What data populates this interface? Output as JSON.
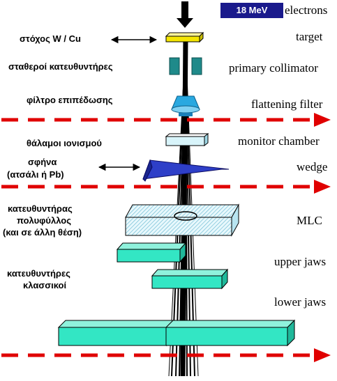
{
  "energy": "18 MeV",
  "english": {
    "electrons": "electrons",
    "target": "target",
    "primary_collimator": "primary collimator",
    "flattening_filter": "flattening filter",
    "monitor_chamber": "monitor chamber",
    "wedge": "wedge",
    "mlc": "MLC",
    "upper_jaws": "upper jaws",
    "lower_jaws": "lower jaws"
  },
  "greek": {
    "target": "στόχος W / Cu",
    "fixed_collimators": "σταθεροί κατευθυντήρες",
    "flattening_filter": "φίλτρο επιπέδωσης",
    "ionization_chambers": "θάλαμοι ιονισμού",
    "wedge_line1": "σφήνα",
    "wedge_line2": "(ατσάλι ή Pb)",
    "mlc_line1": "κατευθυντήρας",
    "mlc_line2": "πολυφύλλος",
    "mlc_line3": "(και σε άλλη θέση)",
    "classic_line1": "κατευθυντήρες",
    "classic_line2": "κλασσικοί"
  },
  "colors": {
    "energy_box": "#1a1a8c",
    "target": "#f5e600",
    "primary_collimator": "#1f8a8a",
    "flattening_filter": "#29a8e0",
    "monitor_chamber": "#d8f4fa",
    "wedge": "#2e3fc8",
    "mlc": "#dff3fa",
    "jaws": "#33e6c4",
    "dashed_arrows": "#e00000",
    "beam": "#000000"
  }
}
